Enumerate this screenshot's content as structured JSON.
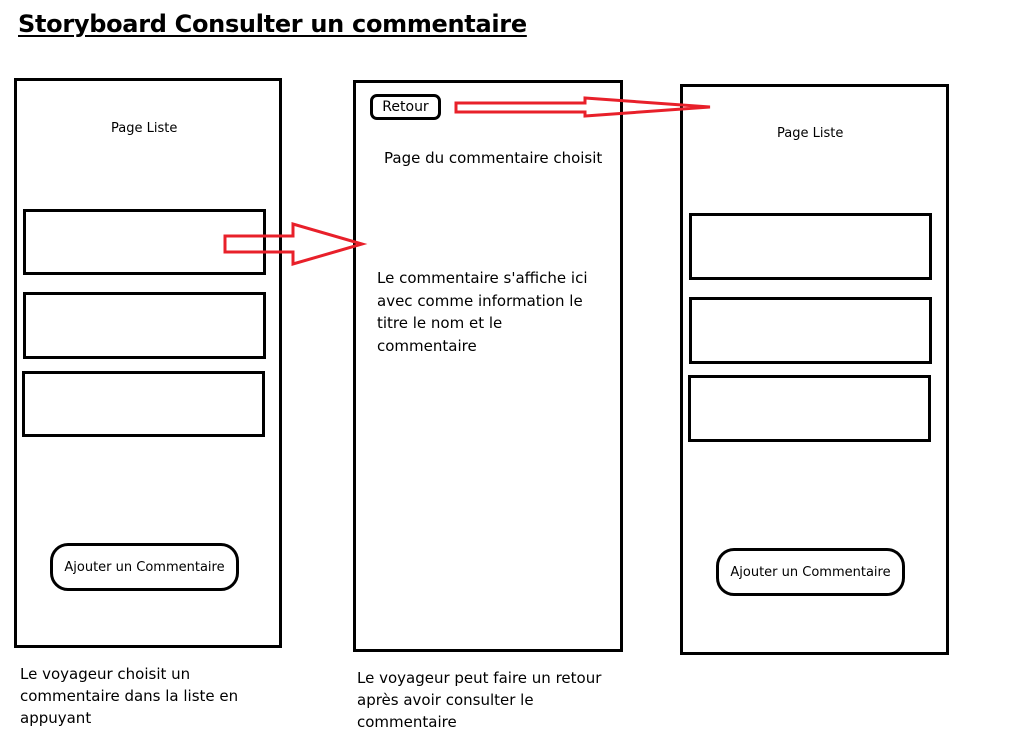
{
  "title": "Storyboard Consulter un commentaire",
  "screen1": {
    "heading": "Page Liste",
    "button_label": "Ajouter un Commentaire",
    "caption": [
      "Le voyageur choisit un",
      "commentaire dans la liste en",
      "appuyant"
    ]
  },
  "screen2": {
    "back_label": "Retour",
    "heading": "Page du commentaire choisit",
    "body": [
      "Le commentaire s'affiche ici",
      "avec comme information le",
      "titre le nom et le",
      "commentaire"
    ],
    "caption": [
      "Le voyageur peut faire un retour",
      "après avoir consulter le",
      "commentaire"
    ]
  },
  "screen3": {
    "heading": "Page Liste",
    "button_label": "Ajouter un Commentaire"
  },
  "colors": {
    "arrow": "#e8202a",
    "outline": "#000000"
  }
}
